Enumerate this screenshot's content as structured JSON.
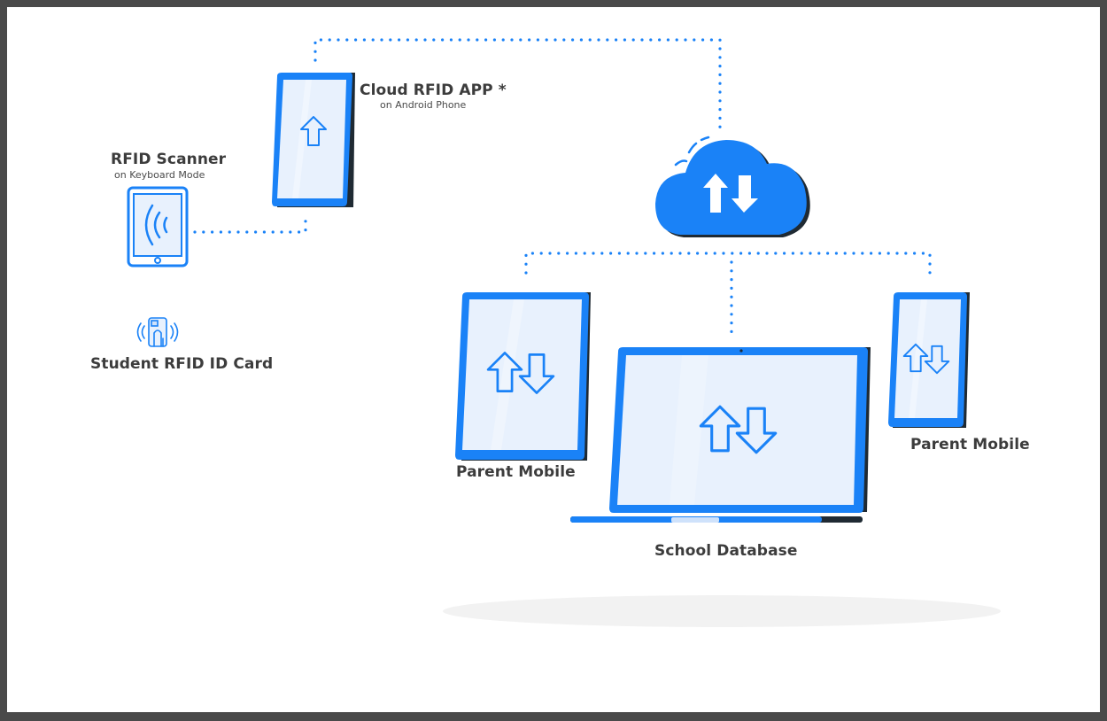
{
  "colors": {
    "frame": "#4a4a4a",
    "background": "#ffffff",
    "accent_blue": "#1a82f7",
    "screen_fill": "#e8f1fd",
    "device_shadow": "#1f2a33",
    "label_text": "#3c3c3c",
    "floor_shadow": "#f2f2f2"
  },
  "nodes": {
    "rfid_scanner": {
      "title": "RFID Scanner",
      "subtitle": "on Keyboard Mode",
      "icon": "tablet-wireless-icon"
    },
    "cloud_app": {
      "title": "Cloud RFID APP *",
      "subtitle": "on Android Phone",
      "icon": "upload-arrow-icon"
    },
    "student_card": {
      "title": "Student RFID ID Card",
      "icon": "rfid-card-icon"
    },
    "cloud": {
      "icon": "cloud-sync-icon"
    },
    "parent_tablet": {
      "title": "Parent Mobile",
      "icon": "up-down-arrows-icon"
    },
    "school_laptop": {
      "title": "School Database",
      "icon": "up-down-arrows-icon"
    },
    "parent_phone": {
      "title": "Parent Mobile",
      "icon": "up-down-arrows-icon"
    }
  },
  "connections": [
    {
      "from": "rfid_scanner",
      "to": "cloud_app",
      "style": "dotted"
    },
    {
      "from": "cloud_app",
      "to": "cloud",
      "style": "dotted"
    },
    {
      "from": "cloud",
      "to": "parent_tablet",
      "style": "dotted"
    },
    {
      "from": "cloud",
      "to": "school_laptop",
      "style": "dotted"
    },
    {
      "from": "cloud",
      "to": "parent_phone",
      "style": "dotted"
    }
  ]
}
